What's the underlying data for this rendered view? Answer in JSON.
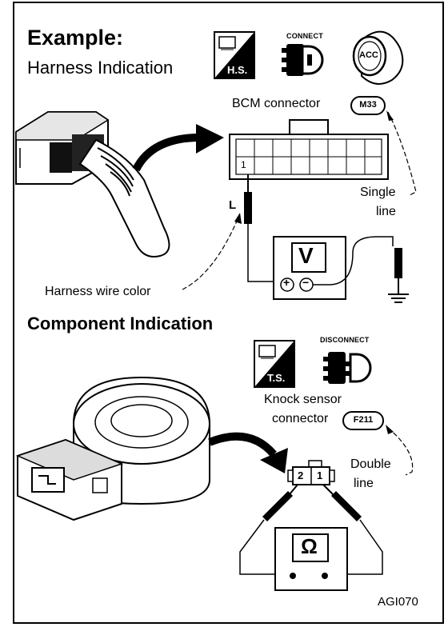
{
  "headings": {
    "example": "Example:",
    "harness_indication": "Harness Indication",
    "component_indication": "Component Indication"
  },
  "badges": {
    "hs": "H.S.",
    "ts": "T.S.",
    "connect": "CONNECT",
    "disconnect": "DISCONNECT",
    "acc": "ACC"
  },
  "labels": {
    "bcm_connector": "BCM connector",
    "bcm_code": "M33",
    "pin_1": "1",
    "wire_color_code": "L",
    "single_line_1": "Single",
    "single_line_2": "line",
    "harness_wire_color": "Harness wire color",
    "voltmeter_symbol": "V",
    "plus": "+",
    "minus": "−",
    "knock_sensor_1": "Knock sensor",
    "knock_sensor_2": "connector",
    "knock_code": "F211",
    "double_line_1": "Double",
    "double_line_2": "line",
    "pin_2": "2",
    "pin_1b": "1",
    "ohmmeter_symbol": "Ω",
    "figure_id": "AGI070"
  },
  "colors": {
    "ink": "#000000",
    "paper": "#ffffff",
    "shade": "#c8c8c8"
  }
}
